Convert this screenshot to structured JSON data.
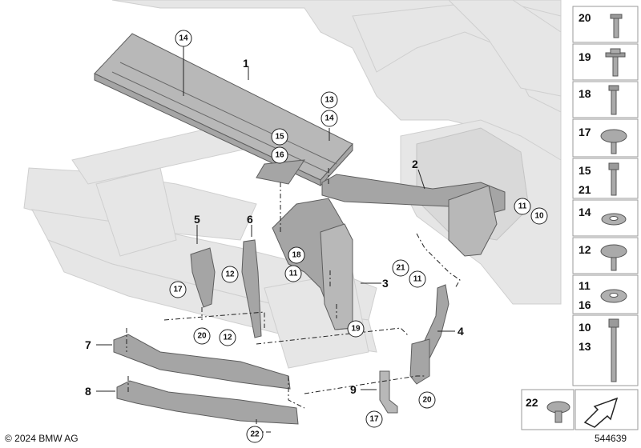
{
  "callouts": {
    "c1": "1",
    "c2": "2",
    "c3": "3",
    "c4": "4",
    "c5": "5",
    "c6": "6",
    "c7": "7",
    "c8": "8",
    "c9": "9",
    "c14a": "14",
    "c13": "13",
    "c14b": "14",
    "c15": "15",
    "c16": "16",
    "c11a": "11",
    "c10": "10",
    "c18": "18",
    "c11b": "11",
    "c21": "21",
    "c11c": "11",
    "c12a": "12",
    "c17a": "17",
    "c20a": "20",
    "c12b": "12",
    "c19": "19",
    "c20b": "20",
    "c17b": "17",
    "c22": "22"
  },
  "legend": {
    "r20": "20",
    "r19": "19",
    "r18": "18",
    "r17": "17",
    "r15": "15",
    "r21": "21",
    "r14": "14",
    "r12": "12",
    "r11": "11",
    "r16": "16",
    "r10": "10",
    "r13": "13",
    "r22": "22"
  },
  "footer": {
    "copyright": "© 2024 BMW AG",
    "reference": "544639"
  },
  "colors": {
    "part": "#a5a5a5",
    "ghost": "#e6e6e6",
    "line": "#222222"
  }
}
